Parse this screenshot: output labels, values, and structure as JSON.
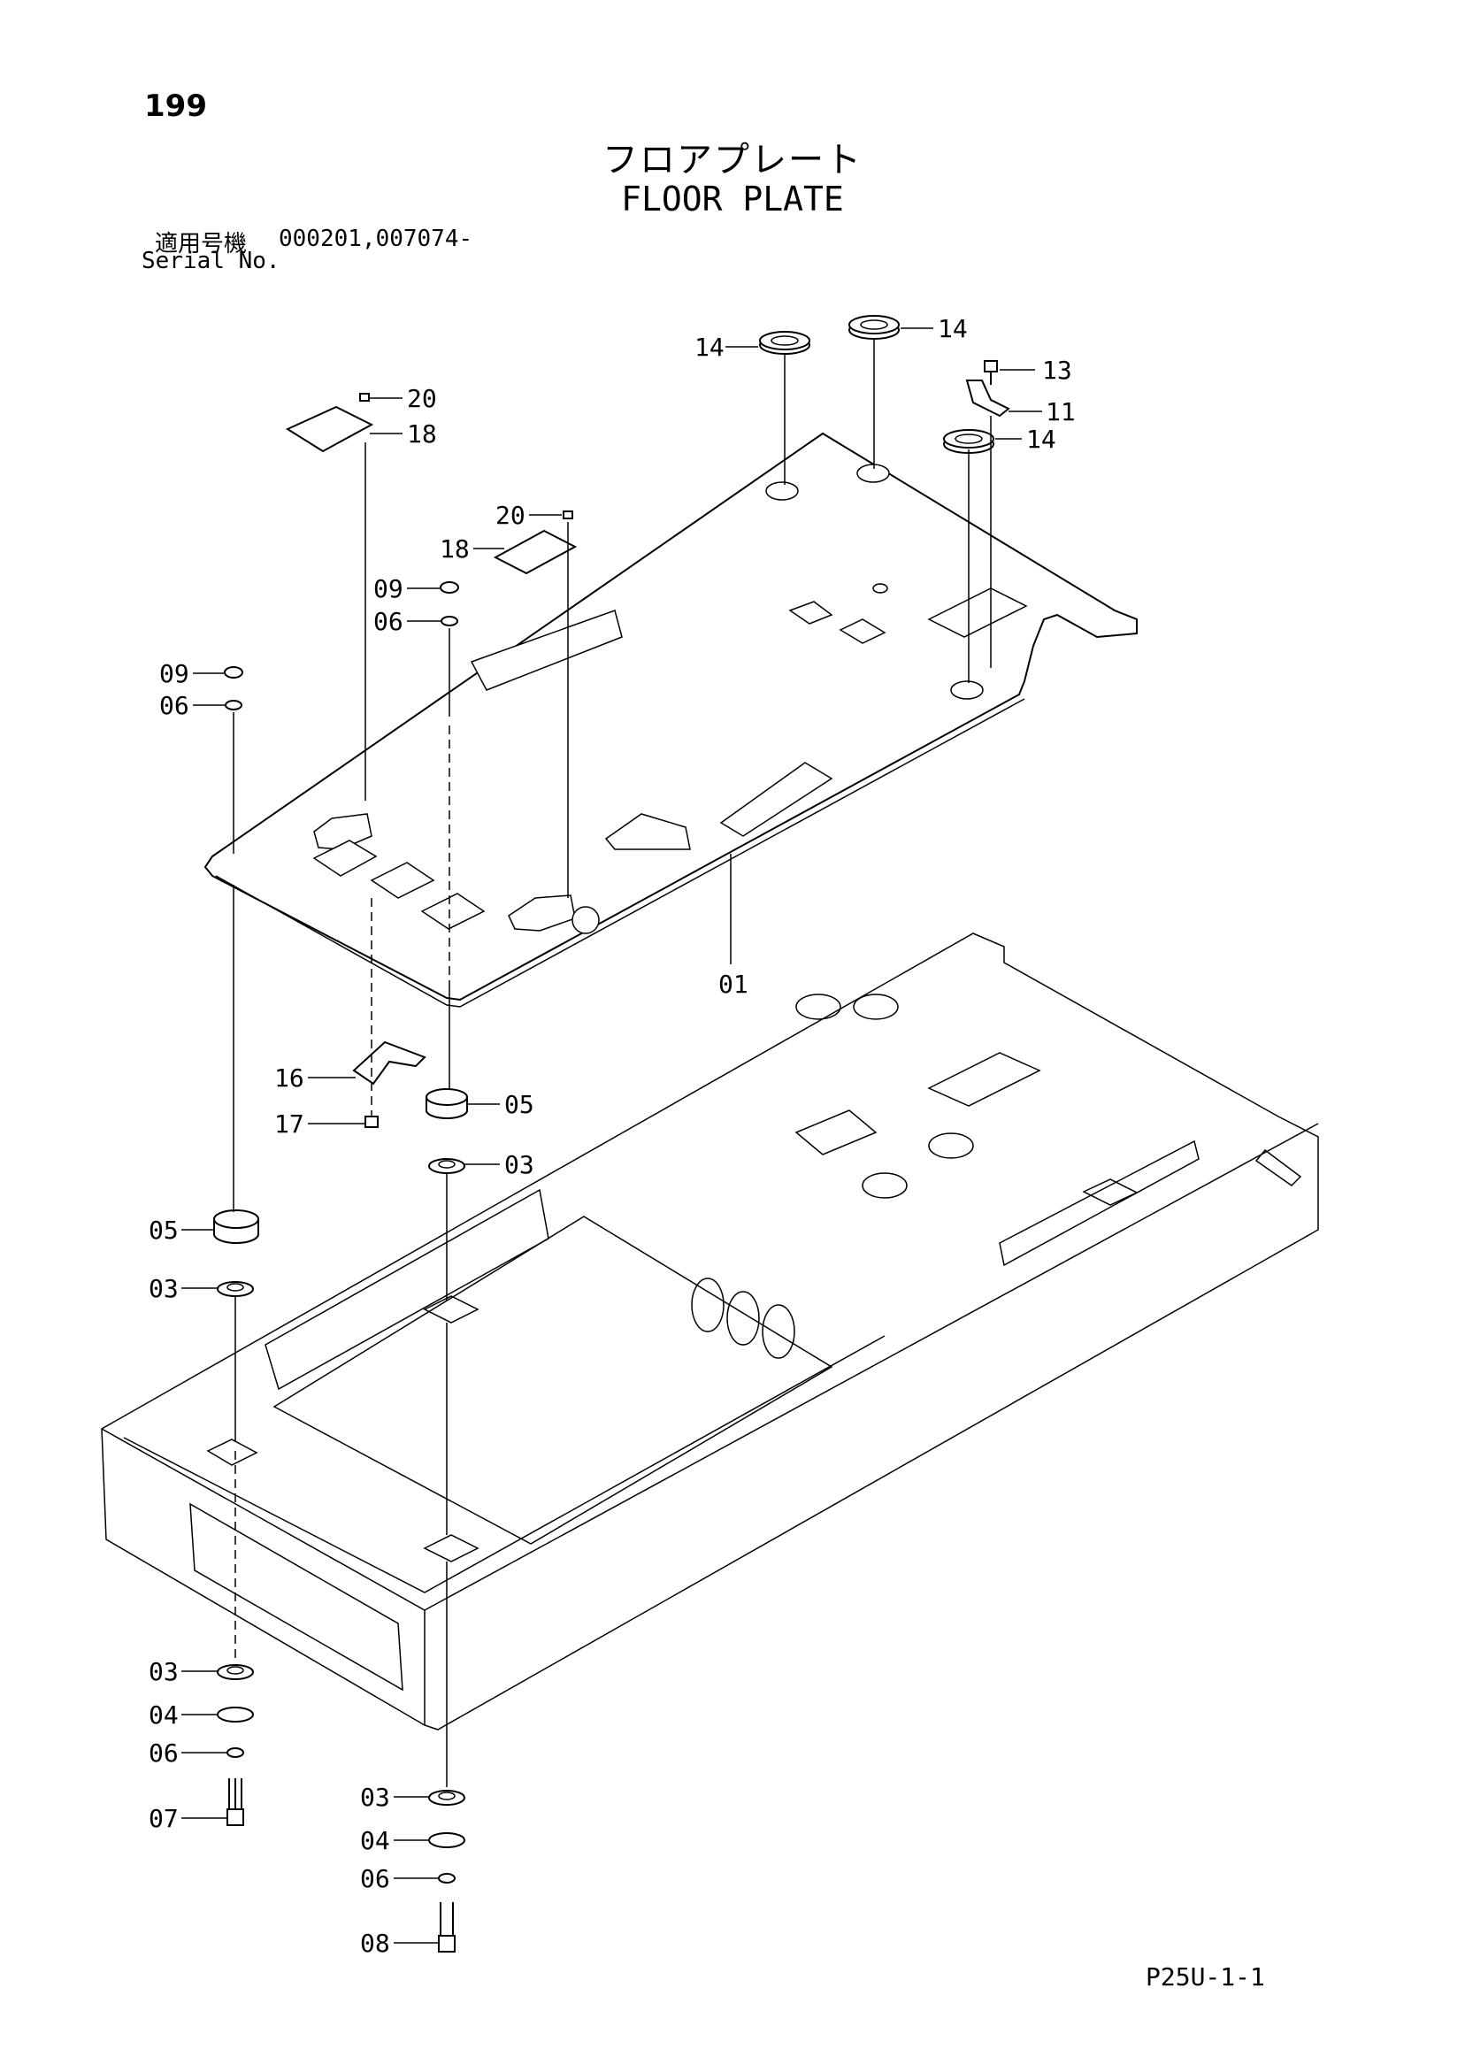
{
  "header": {
    "page_number": "199",
    "title_jp": "フロアプレート",
    "title_en": "FLOOR PLATE",
    "serial_label_jp": "適用号機",
    "serial_values": "000201,007074-",
    "serial_label_en": "Serial No."
  },
  "footer": {
    "page_code": "P25U-1-1"
  },
  "callouts": [
    {
      "id": "c14a",
      "text": "14"
    },
    {
      "id": "c14b",
      "text": "14"
    },
    {
      "id": "c13",
      "text": "13"
    },
    {
      "id": "c11",
      "text": "11"
    },
    {
      "id": "c14c",
      "text": "14"
    },
    {
      "id": "c20a",
      "text": "20"
    },
    {
      "id": "c18a",
      "text": "18"
    },
    {
      "id": "c20b",
      "text": "20"
    },
    {
      "id": "c18b",
      "text": "18"
    },
    {
      "id": "c09a",
      "text": "09"
    },
    {
      "id": "c06a",
      "text": "06"
    },
    {
      "id": "c09b",
      "text": "09"
    },
    {
      "id": "c06b",
      "text": "06"
    },
    {
      "id": "c01",
      "text": "01"
    },
    {
      "id": "c16",
      "text": "16"
    },
    {
      "id": "c05a",
      "text": "05"
    },
    {
      "id": "c17",
      "text": "17"
    },
    {
      "id": "c03a",
      "text": "03"
    },
    {
      "id": "c05b",
      "text": "05"
    },
    {
      "id": "c03b",
      "text": "03"
    },
    {
      "id": "c03c",
      "text": "03"
    },
    {
      "id": "c04a",
      "text": "04"
    },
    {
      "id": "c06c",
      "text": "06"
    },
    {
      "id": "c07",
      "text": "07"
    },
    {
      "id": "c03d",
      "text": "03"
    },
    {
      "id": "c04b",
      "text": "04"
    },
    {
      "id": "c06d",
      "text": "06"
    },
    {
      "id": "c08",
      "text": "08"
    }
  ]
}
